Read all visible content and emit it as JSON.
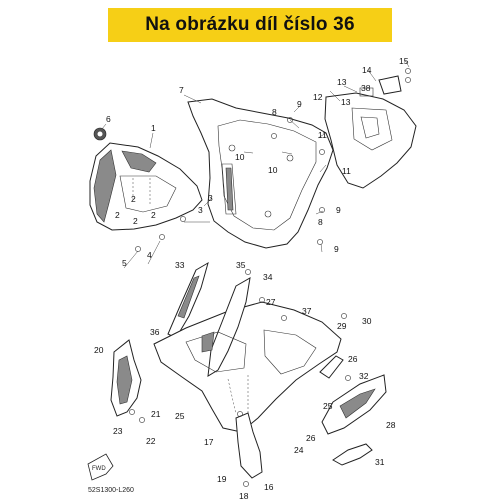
{
  "header": {
    "title": "Na obrázku díl číslo 36",
    "accent_color": "#f6cf16"
  },
  "drawing_code": "52S1300-L260",
  "front_marker": "FWD",
  "callouts": [
    "1",
    "2",
    "2",
    "2",
    "2",
    "3",
    "3",
    "4",
    "5",
    "6",
    "7",
    "8",
    "8",
    "9",
    "9",
    "9",
    "10",
    "10",
    "11",
    "11",
    "12",
    "13",
    "13",
    "14",
    "15",
    "16",
    "17",
    "18",
    "19",
    "20",
    "21",
    "22",
    "23",
    "24",
    "25",
    "25",
    "26",
    "26",
    "27",
    "28",
    "29",
    "30",
    "31",
    "32",
    "33",
    "34",
    "35",
    "36",
    "37",
    "38"
  ]
}
